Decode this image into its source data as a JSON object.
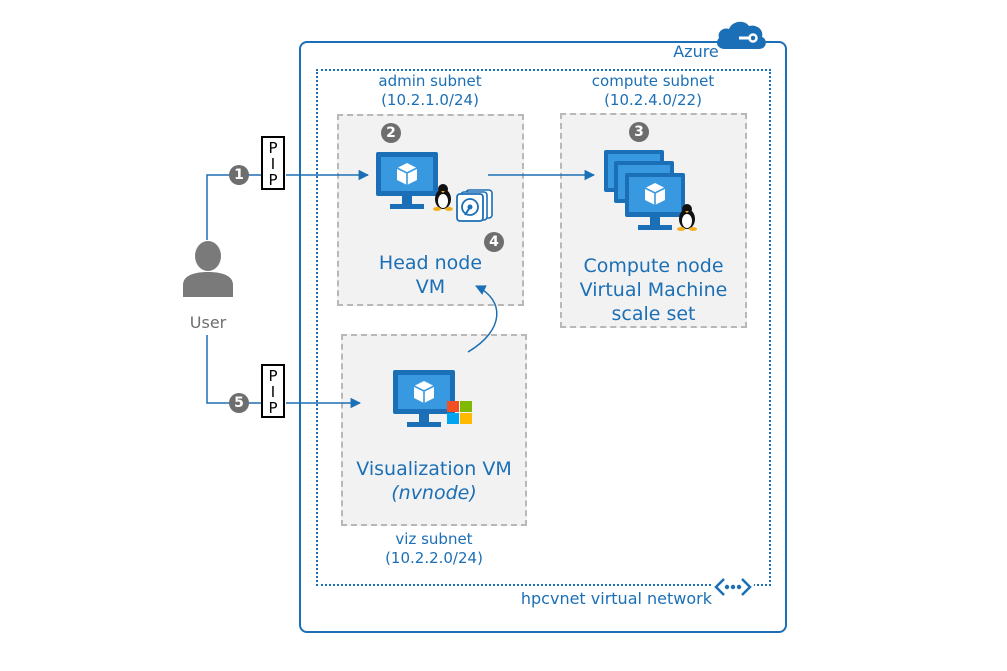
{
  "azure_label": "Azure",
  "vnet_label": "hpcvnet virtual network",
  "admin_subnet": {
    "name": "admin subnet",
    "cidr": "(10.2.1.0/24)"
  },
  "compute_subnet": {
    "name": "compute subnet",
    "cidr": "(10.2.4.0/22)"
  },
  "viz_subnet": {
    "name": "viz subnet",
    "cidr": "(10.2.2.0/24)"
  },
  "head_node": {
    "line1": "Head node",
    "line2": "VM"
  },
  "compute_node": {
    "line1": "Compute node",
    "line2": "Virtual Machine",
    "line3": "scale set"
  },
  "viz_vm": {
    "line1": "Visualization VM",
    "line2": "(nvnode)"
  },
  "user_label": "User",
  "pip_letters": [
    "P",
    "I",
    "P"
  ],
  "badges": [
    "1",
    "2",
    "3",
    "4",
    "5"
  ],
  "colors": {
    "accent": "#1b6fb6",
    "icon_light": "#3999e0",
    "badge": "#6e6e6e",
    "subnet_fill": "#f2f2f2",
    "subnet_border": "#b8b8b8"
  },
  "icons": [
    "cloud-icon",
    "vnet-icon",
    "user-icon",
    "vm-monitor-icon",
    "linux-icon",
    "disk-icon",
    "windows-icon",
    "scale-set-icon"
  ]
}
